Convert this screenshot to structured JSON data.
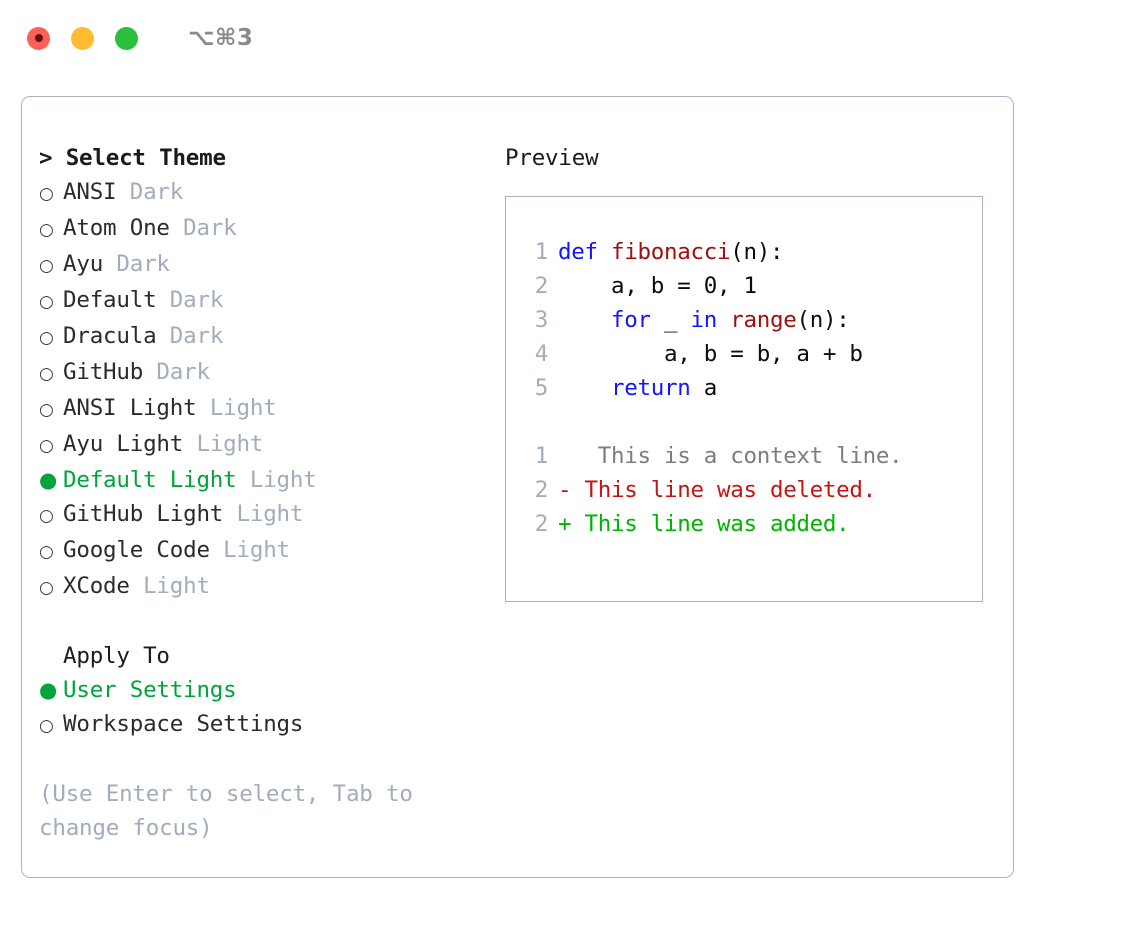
{
  "titlebar": {
    "shortcut": "⌥⌘3",
    "buttons": [
      {
        "name": "close",
        "color": "#fc6058"
      },
      {
        "name": "minimize",
        "color": "#fdbc2f"
      },
      {
        "name": "maximize",
        "color": "#2ac03c"
      }
    ]
  },
  "theme_section": {
    "header": "> Select Theme",
    "options": [
      {
        "bullet": "○",
        "label": "ANSI",
        "badge": "Dark",
        "selected": false
      },
      {
        "bullet": "○",
        "label": "Atom One",
        "badge": "Dark",
        "selected": false
      },
      {
        "bullet": "○",
        "label": "Ayu",
        "badge": "Dark",
        "selected": false
      },
      {
        "bullet": "○",
        "label": "Default",
        "badge": "Dark",
        "selected": false
      },
      {
        "bullet": "○",
        "label": "Dracula",
        "badge": "Dark",
        "selected": false
      },
      {
        "bullet": "○",
        "label": "GitHub",
        "badge": "Dark",
        "selected": false
      },
      {
        "bullet": "○",
        "label": "ANSI Light",
        "badge": "Light",
        "selected": false
      },
      {
        "bullet": "○",
        "label": "Ayu Light",
        "badge": "Light",
        "selected": false
      },
      {
        "bullet": "●",
        "label": "Default Light",
        "badge": "Light",
        "selected": true
      },
      {
        "bullet": "○",
        "label": "GitHub Light",
        "badge": "Light",
        "selected": false
      },
      {
        "bullet": "○",
        "label": "Google Code",
        "badge": "Light",
        "selected": false
      },
      {
        "bullet": "○",
        "label": "XCode",
        "badge": "Light",
        "selected": false
      }
    ]
  },
  "apply_section": {
    "header": "Apply To",
    "options": [
      {
        "bullet": "●",
        "label": "User Settings",
        "selected": true
      },
      {
        "bullet": "○",
        "label": "Workspace Settings",
        "selected": false
      }
    ]
  },
  "hint": "(Use Enter to select, Tab to change focus)",
  "preview": {
    "title": "Preview",
    "code_lines": [
      {
        "no": "1",
        "tokens": [
          {
            "t": "def ",
            "c": "kw"
          },
          {
            "t": "fibonacci",
            "c": "fn"
          },
          {
            "t": "(n):",
            "c": "plain"
          }
        ]
      },
      {
        "no": "2",
        "tokens": [
          {
            "t": "    a, b = 0, 1",
            "c": "plain"
          }
        ]
      },
      {
        "no": "3",
        "tokens": [
          {
            "t": "    ",
            "c": "plain"
          },
          {
            "t": "for",
            "c": "kw"
          },
          {
            "t": " _ ",
            "c": "plain"
          },
          {
            "t": "in",
            "c": "kw"
          },
          {
            "t": " ",
            "c": "plain"
          },
          {
            "t": "range",
            "c": "fn"
          },
          {
            "t": "(n):",
            "c": "plain"
          }
        ]
      },
      {
        "no": "4",
        "tokens": [
          {
            "t": "        a, b = b, a + b",
            "c": "plain"
          }
        ]
      },
      {
        "no": "5",
        "tokens": [
          {
            "t": "    ",
            "c": "plain"
          },
          {
            "t": "return",
            "c": "kw"
          },
          {
            "t": " a",
            "c": "plain"
          }
        ]
      }
    ],
    "diff_lines": [
      {
        "no": "1",
        "marker": " ",
        "text": "  This is a context line.",
        "kind": "ctx"
      },
      {
        "no": "2",
        "marker": "-",
        "text": " This line was deleted.",
        "kind": "del"
      },
      {
        "no": "2",
        "marker": "+",
        "text": " This line was added.",
        "kind": "add"
      }
    ]
  },
  "colors": {
    "accent_green": "#00a33c",
    "badge_gray": "#a2acba",
    "border": "#a9b3c0",
    "keyword_blue": "#1414ff",
    "function_red": "#a01010",
    "diff_add": "#00b300",
    "diff_del": "#c01616"
  }
}
